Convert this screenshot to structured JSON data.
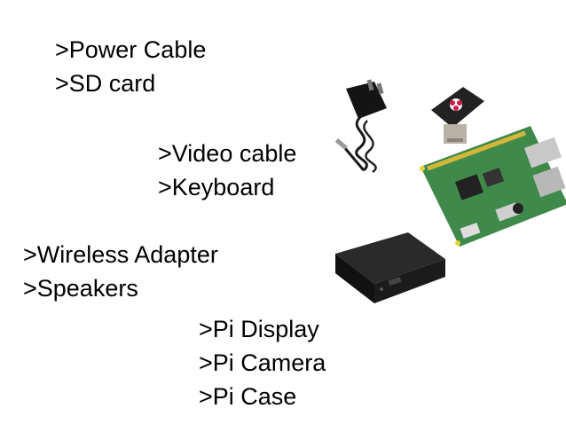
{
  "groups": [
    {
      "lines": [
        ">Power Cable",
        ">SD card"
      ]
    },
    {
      "lines": [
        ">Video cable",
        ">Keyboard"
      ]
    },
    {
      "lines": [
        ">Wireless Adapter",
        ">Speakers"
      ]
    },
    {
      "lines": [
        ">Pi Display",
        ">Pi Camera",
        ">Pi Case"
      ]
    }
  ],
  "colors": {
    "text": "#000000",
    "pcb": "#3f8a4a",
    "case": "#1b1b1b",
    "sd_card": "#222222",
    "power_adapter": "#141414"
  },
  "images": {
    "power_adapter": "power-adapter-icon",
    "sd_card": "raspberry-sd-card-icon",
    "board": "raspberry-pi-board-icon",
    "case": "pi-case-icon"
  }
}
